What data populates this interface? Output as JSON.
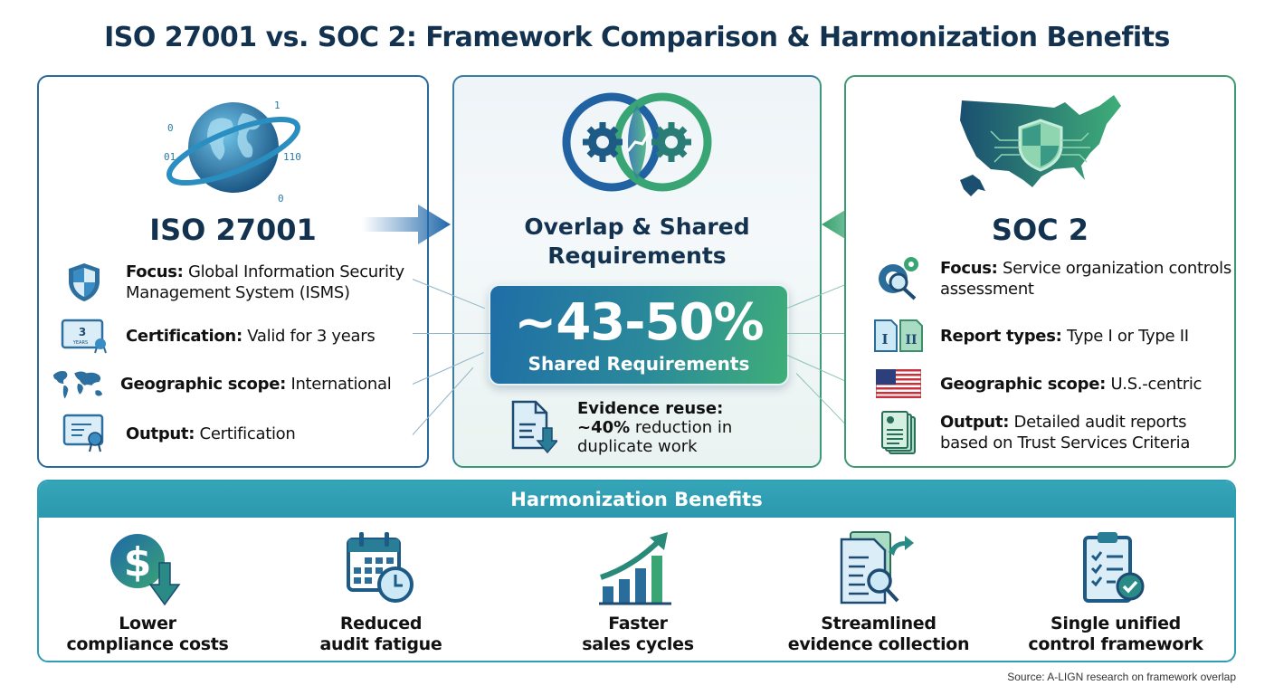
{
  "title": "ISO 27001 vs. SOC 2: Framework Comparison & Harmonization Benefits",
  "colors": {
    "navy": "#13324f",
    "blue": "#2a6a9b",
    "green": "#3e9a72",
    "teal": "#2f9db2"
  },
  "iso": {
    "name": "ISO 27001",
    "hero_icon": "globe-icon",
    "attributes": [
      {
        "icon": "shield-icon",
        "label": "Focus:",
        "value": "Global Information Security Management System (ISMS)"
      },
      {
        "icon": "certificate-3-years-icon",
        "label": "Certification:",
        "value": "Valid for 3 years"
      },
      {
        "icon": "world-map-icon",
        "label": "Geographic scope:",
        "value": "International"
      },
      {
        "icon": "certificate-icon",
        "label": "Output:",
        "value": "Certification"
      }
    ]
  },
  "overlap": {
    "title_line1": "Overlap & Shared",
    "title_line2": "Requirements",
    "hero_icon": "overlapping-gears-icon",
    "stat_value": "~43-50%",
    "stat_label": "Shared Requirements",
    "evidence_label": "Evidence reuse:",
    "evidence_value_bold": "~40%",
    "evidence_value_rest1": " reduction in",
    "evidence_value_rest2": "duplicate work"
  },
  "soc": {
    "name": "SOC 2",
    "hero_icon": "us-map-shield-icon",
    "attributes": [
      {
        "icon": "gears-magnifier-icon",
        "label": "Focus:",
        "value": "Service organization controls assessment"
      },
      {
        "icon": "report-types-icon",
        "label": "Report types:",
        "value": "Type I or Type II",
        "icon_text1": "I",
        "icon_text2": "II"
      },
      {
        "icon": "us-flag-icon",
        "label": "Geographic scope:",
        "value": "U.S.-centric"
      },
      {
        "icon": "documents-icon",
        "label": "Output:",
        "value": "Detailed audit reports based on Trust Services Criteria"
      }
    ]
  },
  "benefits": {
    "heading": "Harmonization Benefits",
    "items": [
      {
        "icon": "dollar-down-icon",
        "line1": "Lower",
        "line2": "compliance costs"
      },
      {
        "icon": "calendar-clock-icon",
        "line1": "Reduced",
        "line2": "audit fatigue"
      },
      {
        "icon": "growth-chart-icon",
        "line1": "Faster",
        "line2": "sales cycles"
      },
      {
        "icon": "document-search-icon",
        "line1": "Streamlined",
        "line2": "evidence collection"
      },
      {
        "icon": "clipboard-check-icon",
        "line1": "Single unified",
        "line2": "control framework"
      }
    ]
  },
  "source": "Source: A-LIGN research on framework overlap"
}
